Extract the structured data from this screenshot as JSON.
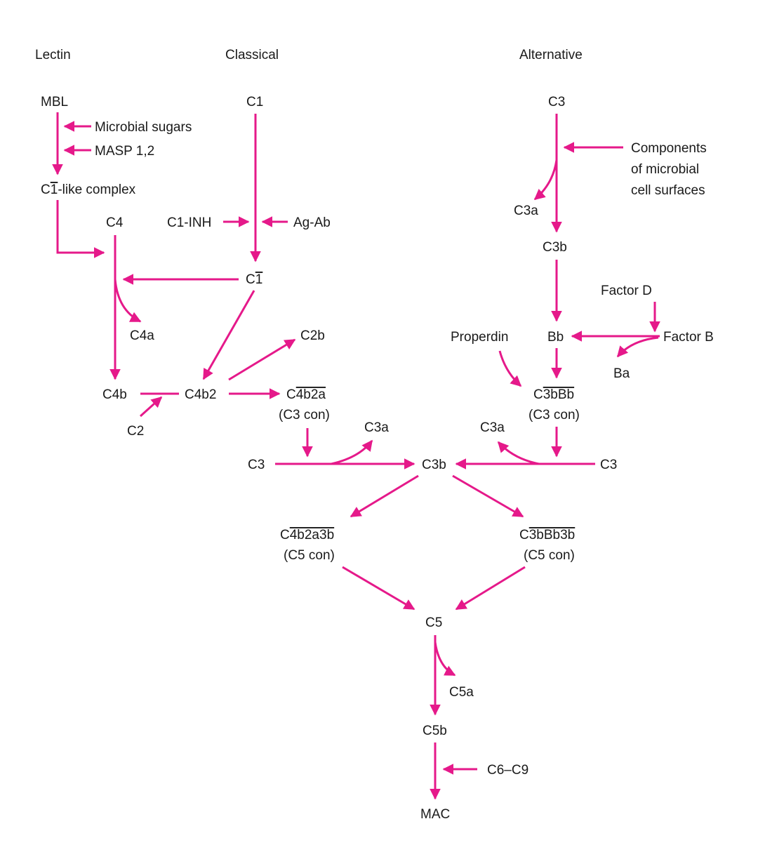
{
  "accent_color": "#e5198a",
  "pathways": {
    "lectin": "Lectin",
    "classical": "Classical",
    "alternative": "Alternative"
  },
  "lectin": {
    "mbl": "MBL",
    "microbial_sugars": "Microbial sugars",
    "masp": "MASP 1,2",
    "c1_like_pre": "C",
    "c1_like_bar": "1",
    "c1_like_post": "-like complex"
  },
  "classical": {
    "c1": "C1",
    "c1_inh": "C1-INH",
    "ag_ab": "Ag-Ab",
    "c1bar_pre": "C",
    "c1bar_bar": "1",
    "c4": "C4",
    "c4a": "C4a",
    "c4b": "C4b",
    "c2": "C2",
    "c4b2": "C4b2",
    "c2b": "C2b",
    "c3con_pre": "C",
    "c3con_bar": "4b2a",
    "c3con_sub": "(C3 con)",
    "c3_left": "C3",
    "c3a_left": "C3a"
  },
  "alternative": {
    "c3": "C3",
    "components": [
      "Components",
      "of microbial",
      "cell surfaces"
    ],
    "c3a_top": "C3a",
    "c3b_top": "C3b",
    "factor_d": "Factor D",
    "bb": "Bb",
    "factor_b": "Factor B",
    "ba": "Ba",
    "properdin": "Properdin",
    "c3con_pre": "C",
    "c3con_bar": "3bBb",
    "c3con_sub": "(C3 con)",
    "c3a_right": "C3a",
    "c3_right": "C3"
  },
  "common": {
    "c3b": "C3b",
    "c5con_left_pre": "C",
    "c5con_left_bar": "4b2a3b",
    "c5con_left_sub": "(C5 con)",
    "c5con_right_pre": "C",
    "c5con_right_bar": "3bBb3b",
    "c5con_right_sub": "(C5 con)",
    "c5": "C5",
    "c5a": "C5a",
    "c5b": "C5b",
    "c6_c9": "C6–C9",
    "mac": "MAC"
  }
}
